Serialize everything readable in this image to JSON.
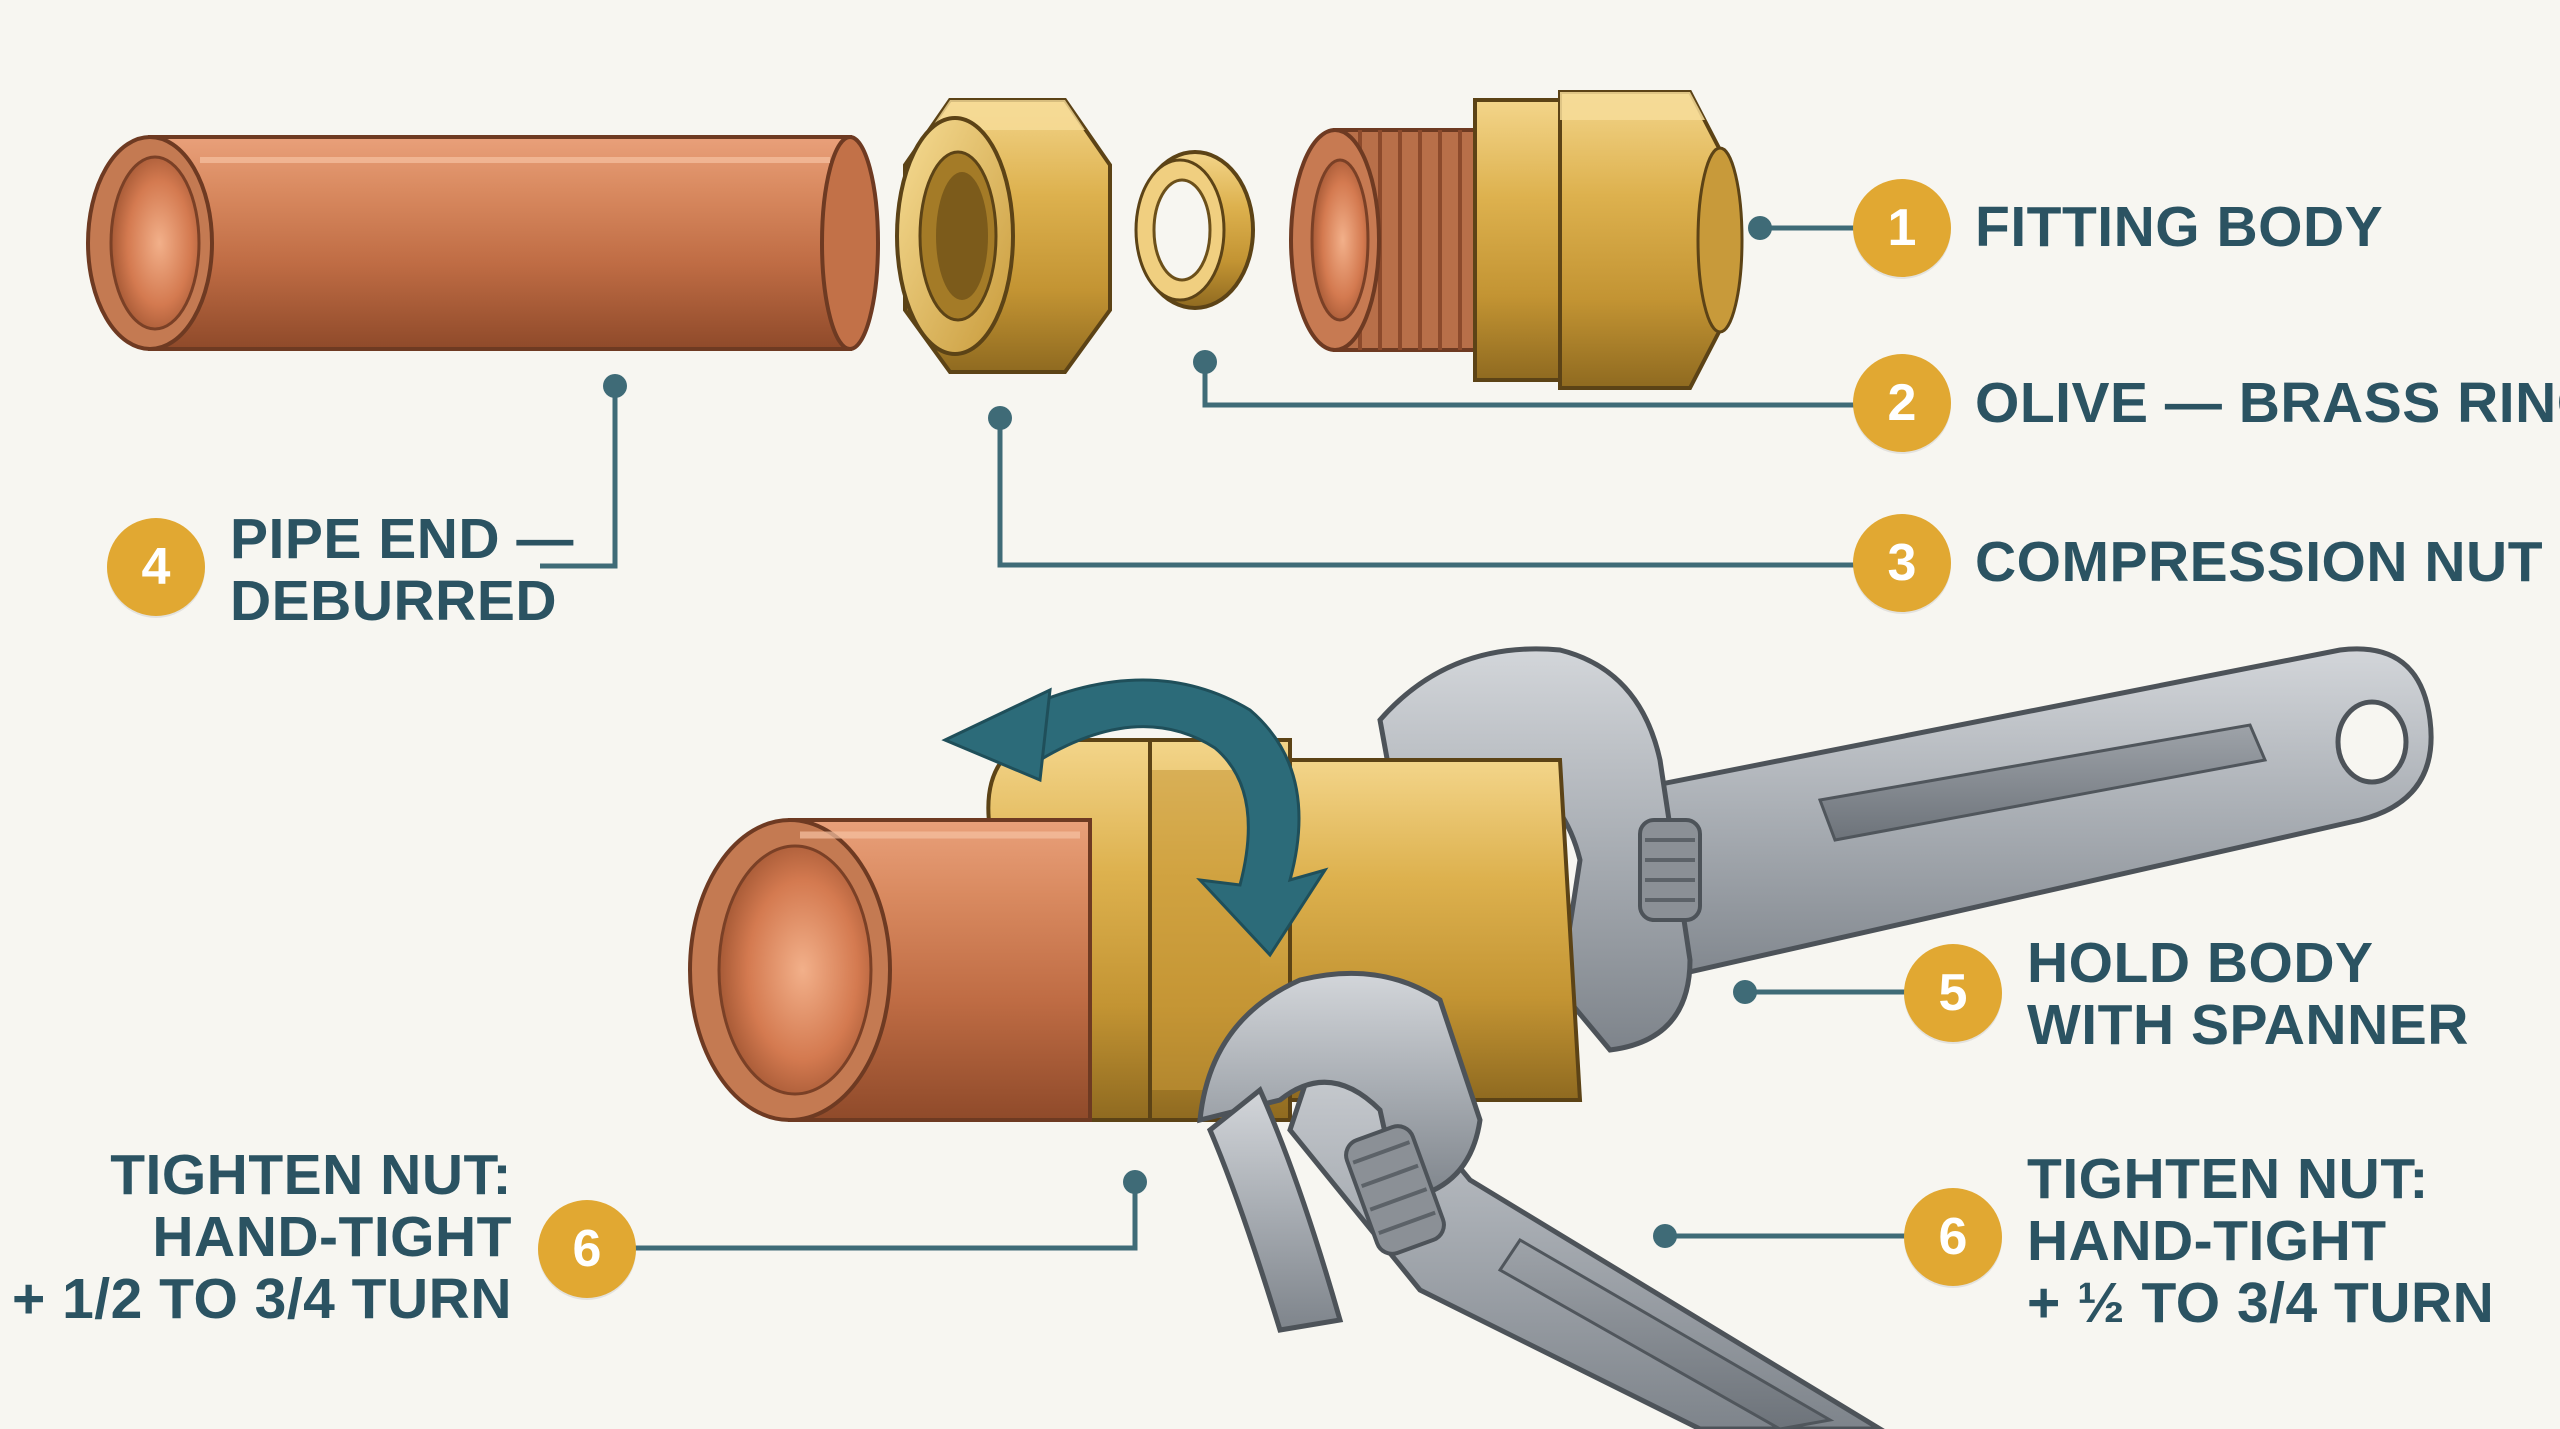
{
  "colors": {
    "copper": "#c8744c",
    "brass": "#d6a844",
    "steel": "#a7acb2",
    "leader": "#3f6b77",
    "label_text": "#2b5362",
    "badge": "#e1a832",
    "arrow": "#2c6b79",
    "background": "#f7f6f1"
  },
  "icons": [
    "copper-pipe",
    "compression-nut",
    "olive-ring",
    "fitting-body",
    "adjustable-spanner",
    "rotate-arrow"
  ],
  "callouts": [
    {
      "number": "1",
      "lines": [
        "FITTING BODY"
      ]
    },
    {
      "number": "2",
      "lines": [
        "OLIVE — BRASS RING"
      ]
    },
    {
      "number": "3",
      "lines": [
        "COMPRESSION NUT"
      ]
    },
    {
      "number": "4",
      "lines": [
        "PIPE END —",
        "DEBURRED"
      ]
    },
    {
      "number": "5",
      "lines": [
        "HOLD BODY",
        "WITH SPANNER"
      ]
    },
    {
      "number": "6",
      "lines": [
        "TIGHTEN NUT:",
        "HAND-TIGHT",
        "+ 1/2 TO 3/4 TURN"
      ]
    },
    {
      "number": "6",
      "lines": [
        "TIGHTEN NUT:",
        "HAND-TIGHT",
        "+ ½ TO 3/4 TURN"
      ]
    }
  ]
}
